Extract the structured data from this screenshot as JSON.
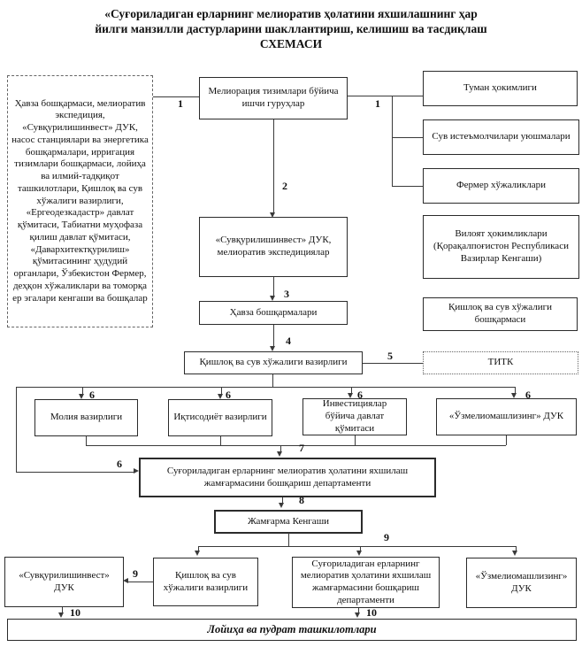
{
  "title": {
    "line1": "«Суғориладиган ерларнинг мелиоратив ҳолатини яхшилашнинг ҳар",
    "line2": "йилги манзилли дастурларини шакллантириш, келишиш ва тасдиқлаш",
    "line3": "СХЕМАСИ"
  },
  "boxes": {
    "participants": "Ҳавза бошқармаси, мелиоратив экспедиция, «Сувқурилишинвест» ДУК, насос станциялари ва энергетика бошқармалари, ирригация тизимлари бошқармаси, лойиҳа ва илмий-тадқиқот ташкилотлари, Қишлоқ ва сув хўжалиги вазирлиги, «Ергеодезкадастр» давлат қўмитаси, Табиатни муҳофаза қилиш давлат қўмитаси, «Давархитектқурилиш» қўмитасининг ҳудудий органлари, Ўзбекистон Фермер, деҳқон хўжаликлари ва томорқа ер эгалари кенгаши ва бошқалар",
    "working_groups": "Мелиорация тизимлари бўйича ишчи гуруҳлар",
    "tuman_hokimligi": "Туман ҳокимлиги",
    "suv_uyushmalari": "Сув истеъмолчилари уюшмалари",
    "fermer_khujaliklari": "Фермер хўжаликлари",
    "suvqurilishinvest_exp": "«Сувқурилишинвест» ДУК, мелиоратив экспедициялар",
    "viloyat_hokimliklari": "Вилоят ҳокимликлари (Қорақалпоғистон Республикаси Вазирлар Кенгаши)",
    "qishloq_boshqarmasi": "Қишлоқ ва сув хўжалиги бошқармаси",
    "havza_boshqarmalari": "Ҳавза бошқармалари",
    "qishloq_vazirligi": "Қишлоқ ва сув хўжалиги вазирлиги",
    "titk": "ТИТК",
    "moliya_vazirligi": "Молия вазирлиги",
    "iqtisodiyot_vazirligi": "Иқтисодиёт вазирлиги",
    "invest_qumitasi": "Инвестициялар бўйича давлат қўмитаси",
    "uzmeliomashlizing_1": "«Ўзмелиомашлизинг» ДУК",
    "fond_departamenti_1": "Суғориладиган ерларнинг мелиоратив ҳолатини яхшилаш жамғармасини бошқариш департаменти",
    "jamgarma_kengashi": "Жамғарма Кенгаши",
    "suvqurilishinvest_2": "«Сувқурилишинвест» ДУК",
    "qishloq_vazirligi_2": "Қишлоқ ва сув хўжалиги вазирлиги",
    "fond_departamenti_2": "Суғориладиган ерларнинг мелиоратив ҳолатини яхшилаш жамғармасини бошқариш департаменти",
    "uzmeliomashlizing_2": "«Ўзмелиомашлизинг» ДУК",
    "bottom_bar": "Лойиҳа ва пудрат ташкилотлари"
  },
  "step_labels": {
    "s1a": "1",
    "s1b": "1",
    "s2": "2",
    "s3": "3",
    "s4": "4",
    "s5": "5",
    "s6a": "6",
    "s6b": "6",
    "s6c": "6",
    "s6d": "6",
    "s6e": "6",
    "s7": "7",
    "s8": "8",
    "s9a": "9",
    "s9b": "9",
    "s10a": "10",
    "s10b": "10"
  },
  "colors": {
    "line": "#3a3a3a",
    "border": "#2b2b2b",
    "text": "#111111"
  }
}
